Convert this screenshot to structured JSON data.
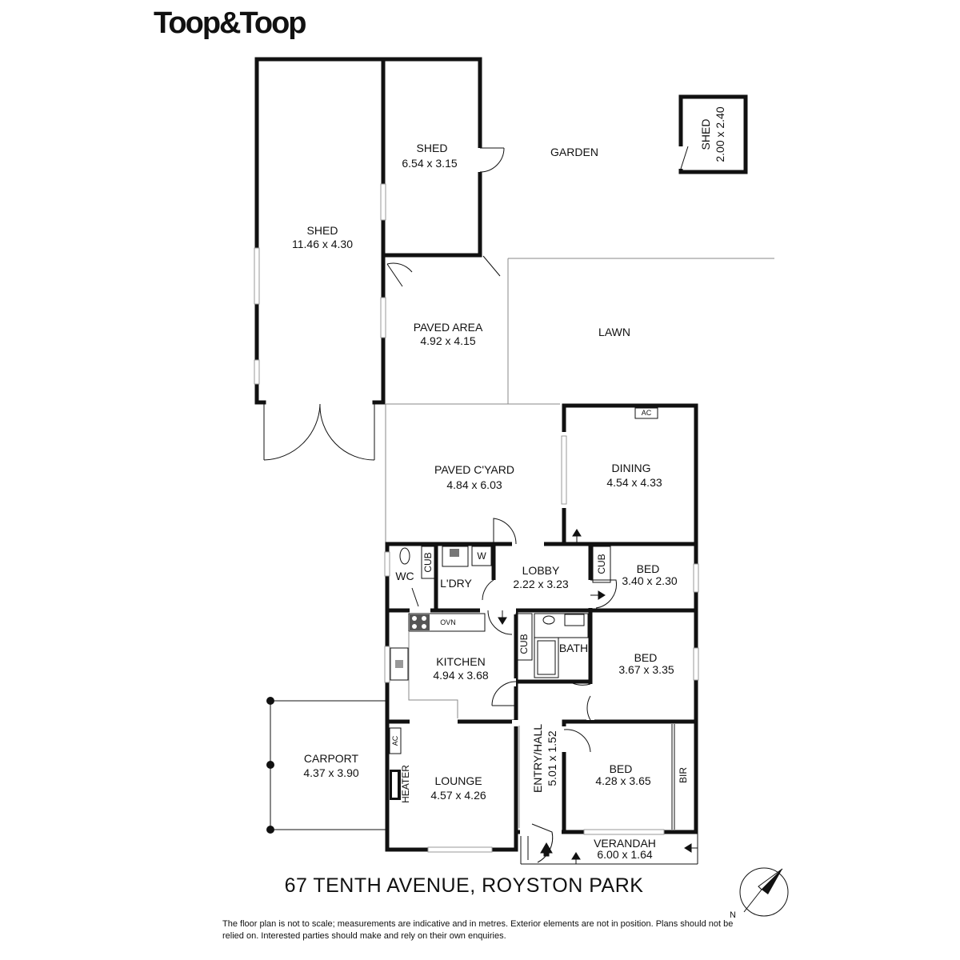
{
  "brand": "Toop&Toop",
  "address": "67 TENTH AVENUE, ROYSTON PARK",
  "disclaimer": "The floor plan is not to scale; measurements are indicative and in metres. Exterior elements are not in position. Plans should not be relied on. Interested parties should make and rely on their own enquiries.",
  "compass": "N",
  "rooms": {
    "shed_large": {
      "name": "SHED",
      "dims": "11.46 x 4.30"
    },
    "shed_mid": {
      "name": "SHED",
      "dims": "6.54 x 3.15"
    },
    "shed_small": {
      "name": "SHED",
      "dims": "2.00 x 2.40"
    },
    "garden": {
      "name": "GARDEN"
    },
    "lawn": {
      "name": "LAWN"
    },
    "paved_area": {
      "name": "PAVED AREA",
      "dims": "4.92 x 4.15"
    },
    "paved_cyard": {
      "name": "PAVED C'YARD",
      "dims": "4.84 x 6.03"
    },
    "dining": {
      "name": "DINING",
      "dims": "4.54 x 4.33"
    },
    "wc": {
      "name": "WC"
    },
    "laundry": {
      "name": "L'DRY"
    },
    "lobby": {
      "name": "LOBBY",
      "dims": "2.22 x 3.23"
    },
    "bed1": {
      "name": "BED",
      "dims": "3.40 x 2.30"
    },
    "kitchen": {
      "name": "KITCHEN",
      "dims": "4.94 x 3.68"
    },
    "bath": {
      "name": "BATH"
    },
    "bed2": {
      "name": "BED",
      "dims": "3.67 x 3.35"
    },
    "carport": {
      "name": "CARPORT",
      "dims": "4.37 x 3.90"
    },
    "lounge": {
      "name": "LOUNGE",
      "dims": "4.57 x 4.26"
    },
    "entry": {
      "name": "ENTRY/HALL",
      "dims": "5.01 x 1.52"
    },
    "bed3": {
      "name": "BED",
      "dims": "4.28 x 3.65"
    },
    "verandah": {
      "name": "VERANDAH",
      "dims": "6.00 x 1.64"
    }
  },
  "fixtures": {
    "cub": "CUB",
    "w": "W",
    "ovn": "OVN",
    "ac": "AC",
    "heater": "HEATER",
    "bir": "BIR"
  }
}
